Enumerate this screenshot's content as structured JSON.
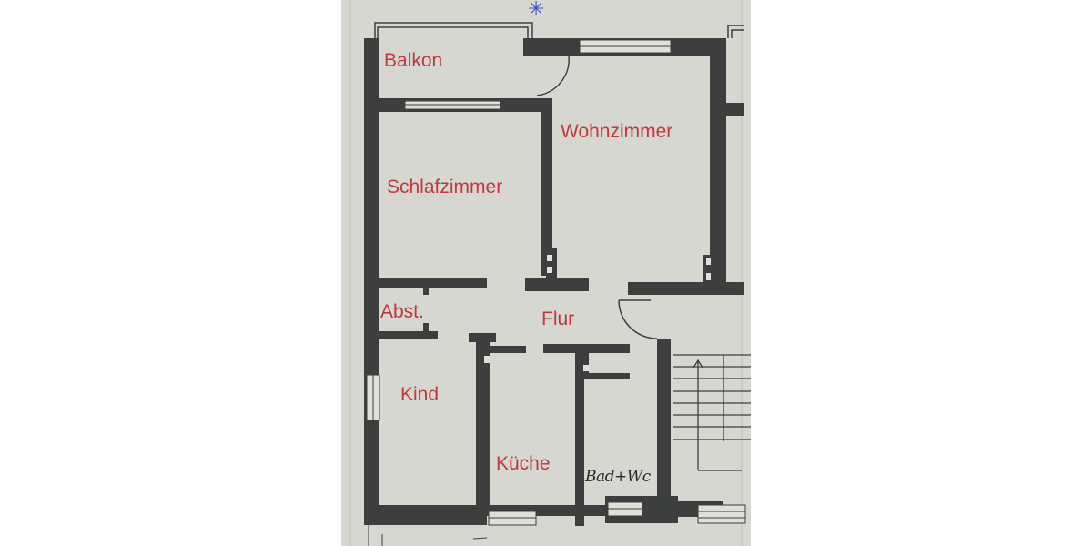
{
  "floorplan": {
    "rooms": [
      {
        "id": "balkon",
        "label": "Balkon"
      },
      {
        "id": "wohnzimmer",
        "label": "Wohnzimmer"
      },
      {
        "id": "schlafzimmer",
        "label": "Schlafzimmer"
      },
      {
        "id": "abstellraum",
        "label": "Abst."
      },
      {
        "id": "flur",
        "label": "Flur"
      },
      {
        "id": "kind",
        "label": "Kind"
      },
      {
        "id": "kueche",
        "label": "Küche"
      },
      {
        "id": "bad",
        "label": "Bad+Wc"
      }
    ],
    "colors": {
      "labels": "#c0393b",
      "walls": "#3d3f3f",
      "paper": "#d6d7d1",
      "pen_mark": "#3b4fb8"
    },
    "marker": "✳"
  }
}
